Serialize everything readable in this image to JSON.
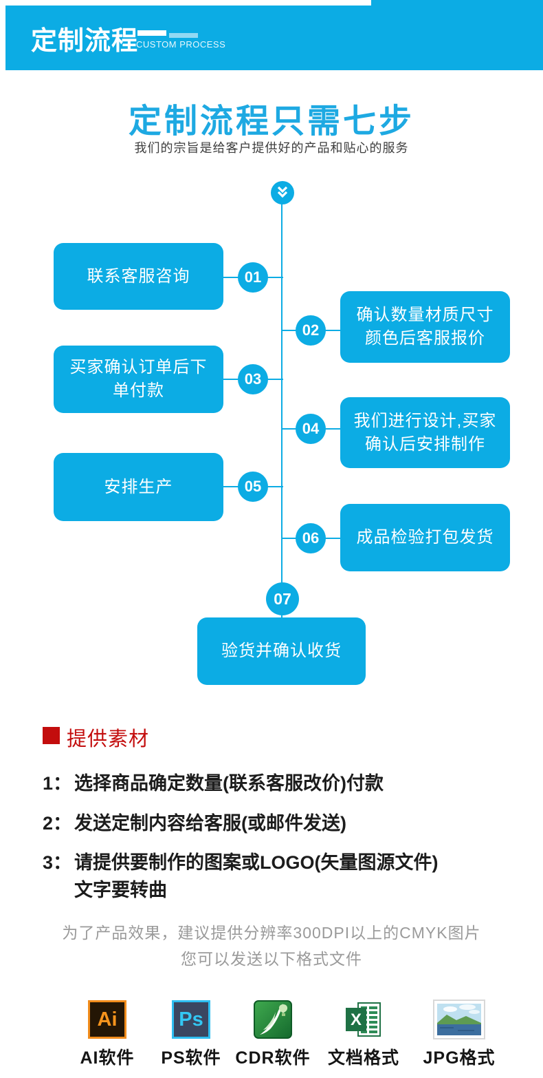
{
  "banner": {
    "title": "定制流程",
    "subtitle": "CUSTOM PROCESS"
  },
  "hero": {
    "title": "定制流程只需七步",
    "subtitle": "我们的宗旨是给客户提供好的产品和贴心的服务"
  },
  "flow": {
    "steps": [
      {
        "num": "01",
        "line1": "联系客服咨询"
      },
      {
        "num": "02",
        "line1": "确认数量材质尺寸",
        "line2": "颜色后客服报价"
      },
      {
        "num": "03",
        "line1": "买家确认订单后下",
        "line2": "单付款"
      },
      {
        "num": "04",
        "line1": "我们进行设计,买家",
        "line2": "确认后安排制作"
      },
      {
        "num": "05",
        "line1": "安排生产"
      },
      {
        "num": "06",
        "line1": "成品检验打包发货"
      },
      {
        "num": "07",
        "line1": "验货并确认收货"
      }
    ]
  },
  "materials": {
    "header": "提供素材",
    "items": [
      {
        "num": "1：",
        "text": "选择商品确定数量(联系客服改价)付款"
      },
      {
        "num": "2：",
        "text": "发送定制内容给客服(或邮件发送)"
      },
      {
        "num": "3：",
        "text": "请提供要制作的图案或LOGO(矢量图源文件)",
        "text2": "文字要转曲"
      }
    ]
  },
  "note": {
    "line1": "为了产品效果，建议提供分辨率300DPI以上的CMYK图片",
    "line2": "您可以发送以下格式文件"
  },
  "formats": [
    {
      "label": "AI软件",
      "glyph": "Ai"
    },
    {
      "label": "PS软件",
      "glyph": "Ps"
    },
    {
      "label": "CDR软件"
    },
    {
      "label": "文档格式",
      "glyph": "X"
    },
    {
      "label": "JPG格式"
    }
  ],
  "colors": {
    "accent_blue": "#0cace4",
    "title_blue": "#1ea9e2",
    "red": "#c30d0d",
    "gray_note": "#9a9a9a"
  }
}
